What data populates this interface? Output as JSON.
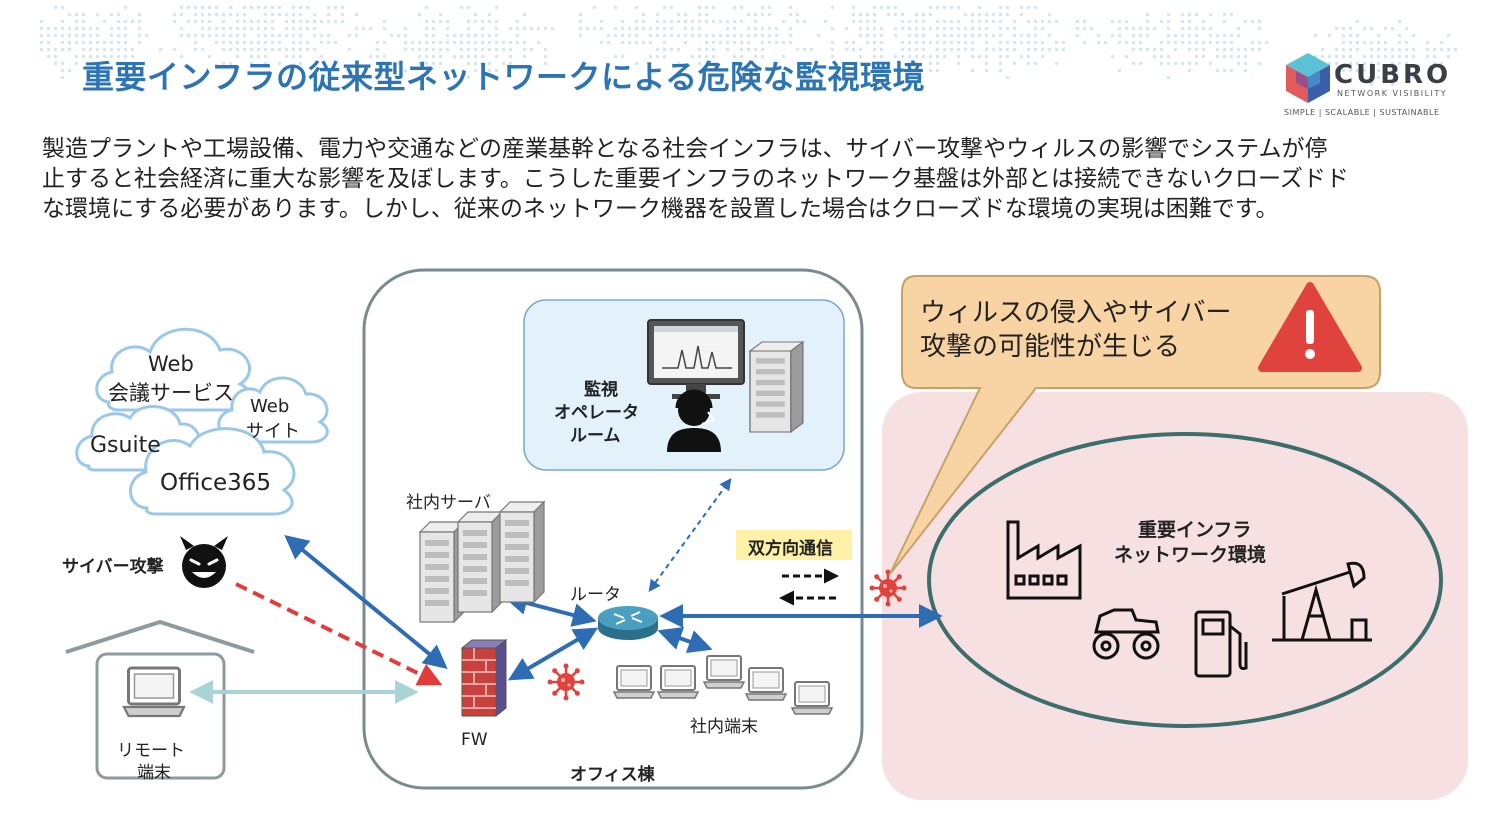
{
  "title": "重要インフラの従来型ネットワークによる危険な監視環境",
  "logo": {
    "name": "CUBRO",
    "subtitle": "NETWORK VISIBILITY",
    "tagline": "SIMPLE | SCALABLE | SUSTAINABLE"
  },
  "intro": [
    "製造プラントや工場設備、電力や交通などの産業基幹となる社会インフラは、サイバー攻撃やウィルスの影響でシステムが停",
    "止すると社会経済に重大な影響を及ぼします。こうした重要インフラのネットワーク基盤は外部とは接続できないクローズドド",
    "な環境にする必要があります。しかし、従来のネットワーク機器を設置した場合はクローズドな環境の実現は困難です。"
  ],
  "cloud": {
    "web_meeting_1": "Web",
    "web_meeting_2": "会議サービス",
    "website_1": "Web",
    "website_2": "サイト",
    "gsuite": "Gsuite",
    "office365": "Office365"
  },
  "attack_label": "サイバー攻撃",
  "remote": {
    "line1": "リモート",
    "line2": "端末"
  },
  "office": {
    "label": "オフィス棟",
    "monitor_room": [
      "監視",
      "オペレータ",
      "ルーム"
    ],
    "server_label": "社内サーバ",
    "router_label": "ルータ",
    "fw_label": "FW",
    "terminal_label": "社内端末"
  },
  "bidirectional_label": "双方向通信",
  "callout": [
    "ウィルスの侵入やサイバー",
    "攻撃の可能性が生じる"
  ],
  "infra": {
    "line1": "重要インフラ",
    "line2": "ネットワーク環境"
  },
  "colors": {
    "title": "#2d74b5",
    "arrow_blue": "#2e6db4",
    "arrow_red": "#e23b3b",
    "arrow_light": "#a9d3d4",
    "virus": "#e0433d",
    "callout_fill": "#f8d4a4",
    "callout_stroke": "#c8a06a",
    "warning_red": "#e0433d",
    "infra_bg": "#f7e0e2",
    "infra_ellipse": "#3c6e6b",
    "monitor_room_bg": "#e3f1fa",
    "label_highlight": "#fff2a8"
  }
}
